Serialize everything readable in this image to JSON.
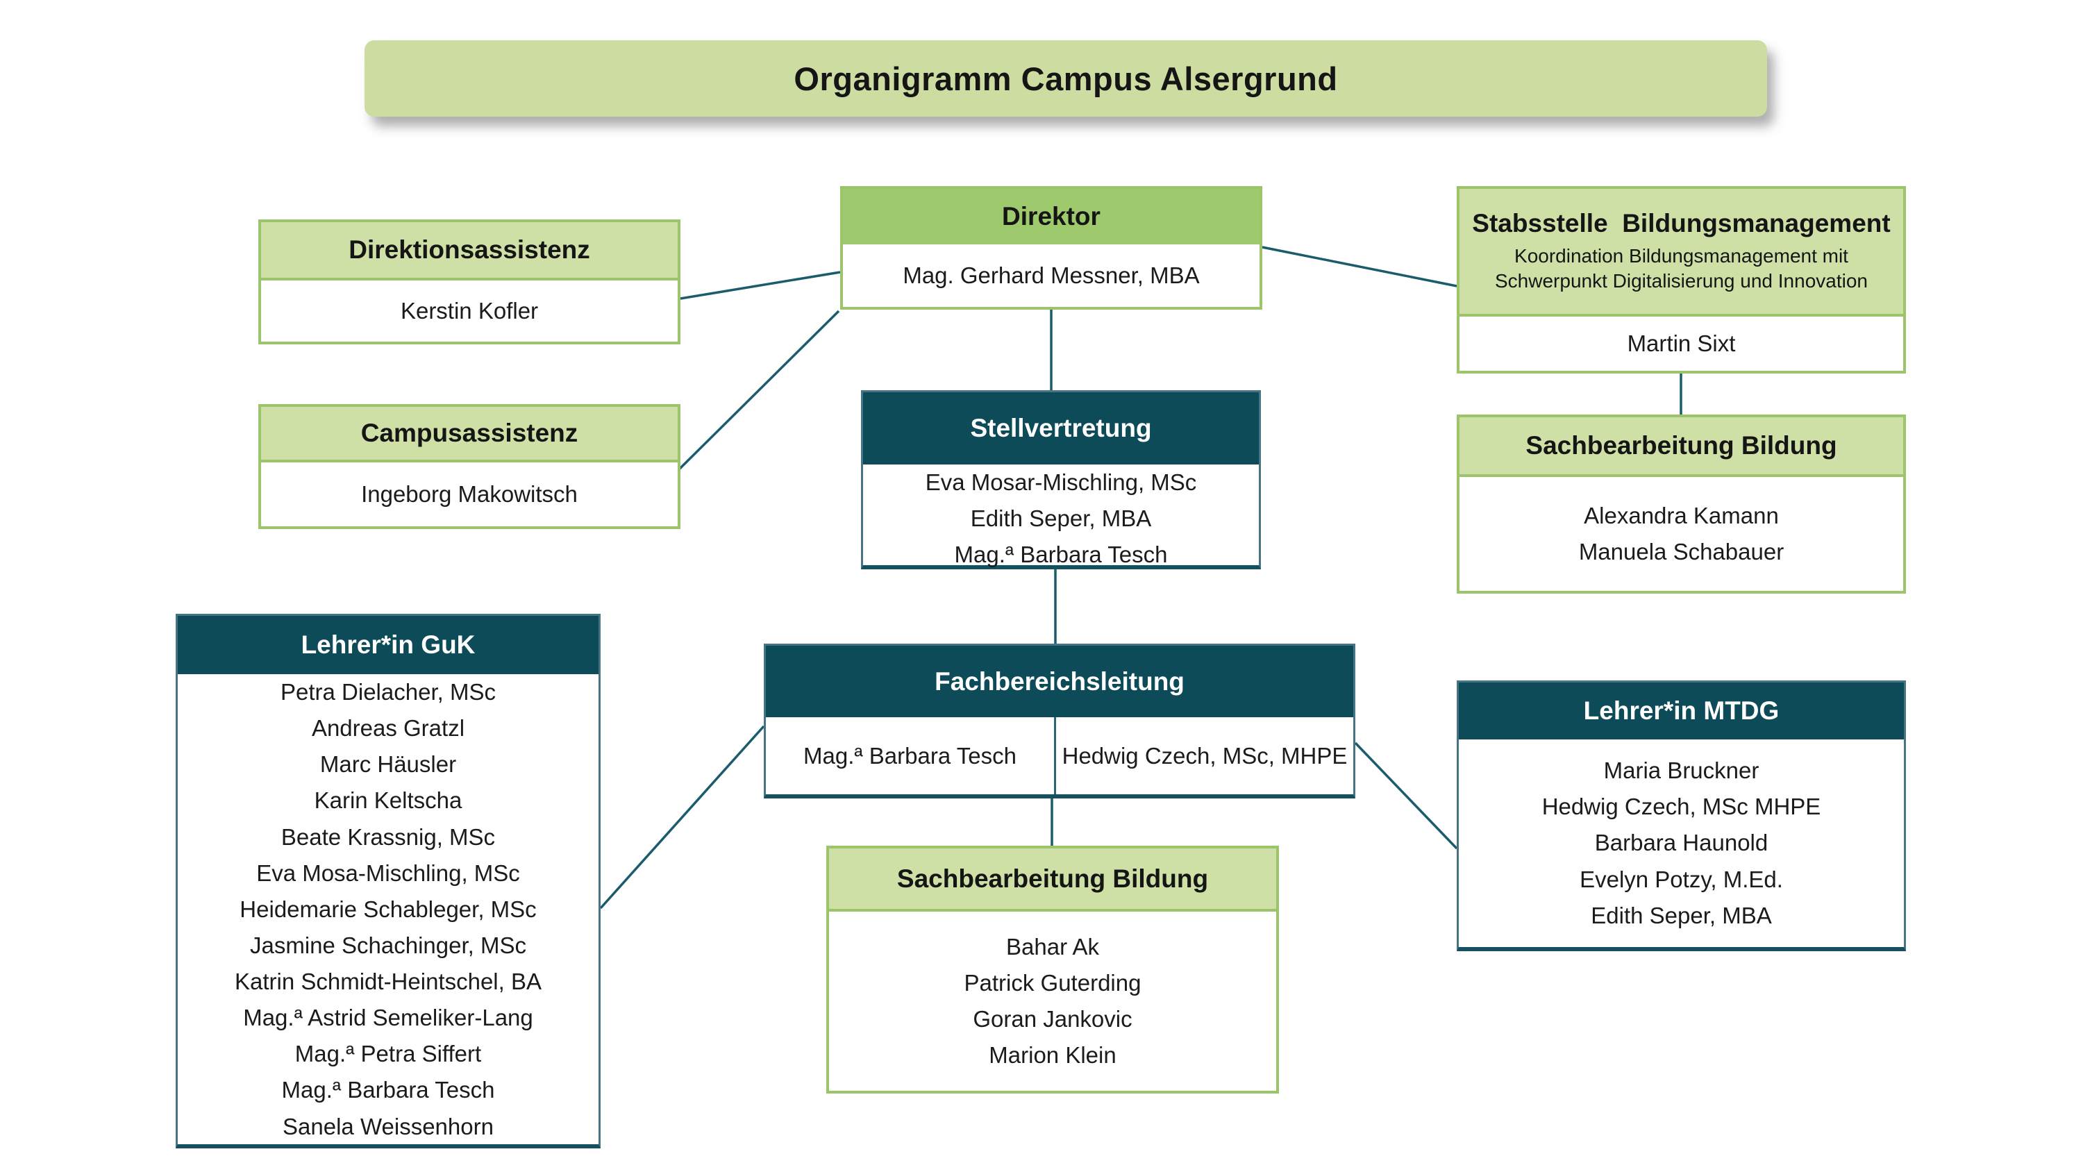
{
  "title": "Organigramm Campus Alsergrund",
  "colors": {
    "light_green_fill": "#cfe0a6",
    "medium_green_fill": "#9ec96c",
    "green_border": "#9cc56b",
    "dark_teal_fill": "#0d4b59",
    "teal_border": "#457582",
    "connector_line": "#1b5c6c",
    "banner_fill": "#cddda1"
  },
  "boxes": {
    "direktor": {
      "title": "Direktor",
      "members": [
        "Mag. Gerhard Messner, MBA"
      ]
    },
    "direktionsassistenz": {
      "title": "Direktionsassistenz",
      "members": [
        "Kerstin Kofler"
      ]
    },
    "campusassistenz": {
      "title": "Campusassistenz",
      "members": [
        "Ingeborg Makowitsch"
      ]
    },
    "stabsstelle_bildungsmanagement": {
      "title": "Stabsstelle  Bildungsmanagement",
      "subtitle": "Koordination Bildungsmanagement mit Schwerpunkt Digitalisierung und Innovation",
      "members": [
        "Martin Sixt"
      ]
    },
    "sachbearbeitung_bildung_stabsstelle": {
      "title": "Sachbearbeitung Bildung",
      "members": [
        "Alexandra Kamann",
        "Manuela Schabauer"
      ]
    },
    "stellvertretung": {
      "title": "Stellvertretung",
      "members": [
        "Eva Mosar-Mischling, MSc",
        "Edith Seper, MBA",
        "Mag.ª Barbara Tesch"
      ]
    },
    "lehrer_guk": {
      "title": "Lehrer*in GuK",
      "members": [
        "Petra Dielacher, MSc",
        "Andreas Gratzl",
        "Marc Häusler",
        "Karin Keltscha",
        "Beate Krassnig, MSc",
        "Eva Mosa-Mischling, MSc",
        "Heidemarie Schableger, MSc",
        "Jasmine Schachinger, MSc",
        "Katrin Schmidt-Heintschel, BA",
        "Mag.ª Astrid Semeliker-Lang",
        "Mag.ª Petra Siffert",
        "Mag.ª Barbara Tesch",
        "Sanela Weissenhorn"
      ]
    },
    "fachbereichsleitung": {
      "title": "Fachbereichsleitung",
      "members": [
        "Mag.ª Barbara Tesch",
        "Hedwig Czech, MSc, MHPE"
      ]
    },
    "sachbearbeitung_bildung_fachbereich": {
      "title": "Sachbearbeitung Bildung",
      "members": [
        "Bahar Ak",
        "Patrick Guterding",
        "Goran Jankovic",
        "Marion Klein"
      ]
    },
    "lehrer_mtdg": {
      "title": "Lehrer*in MTDG",
      "members": [
        "Maria Bruckner",
        "Hedwig Czech, MSc MHPE",
        "Barbara Haunold",
        "Evelyn Potzy, M.Ed.",
        "Edith Seper, MBA"
      ]
    }
  }
}
